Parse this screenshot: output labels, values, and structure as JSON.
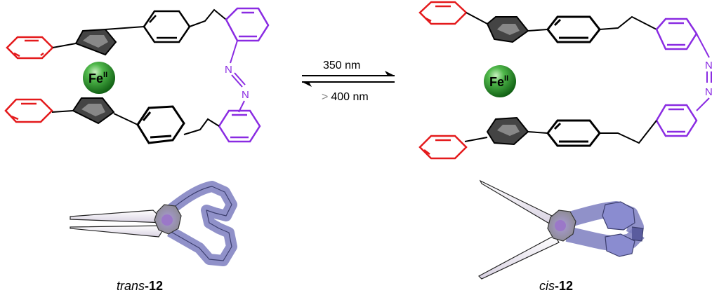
{
  "metal": {
    "symbol": "Fe",
    "oxidation": "II"
  },
  "reaction": {
    "forward": "350 nm",
    "reverse_prefix": ">",
    "reverse_value": "400 nm"
  },
  "azo_atom": "N",
  "labels": {
    "trans_italic": "trans",
    "trans_bold": "-12",
    "cis_italic": "cis",
    "cis_bold": "-12"
  },
  "colors": {
    "phenyl": "#e41a1c",
    "azobenzene": "#8a2be2",
    "backbone": "#000000",
    "iron_sphere": "#2e9a2e",
    "model_blue": "#7d7ec0",
    "model_blade": "#f1eef4"
  }
}
